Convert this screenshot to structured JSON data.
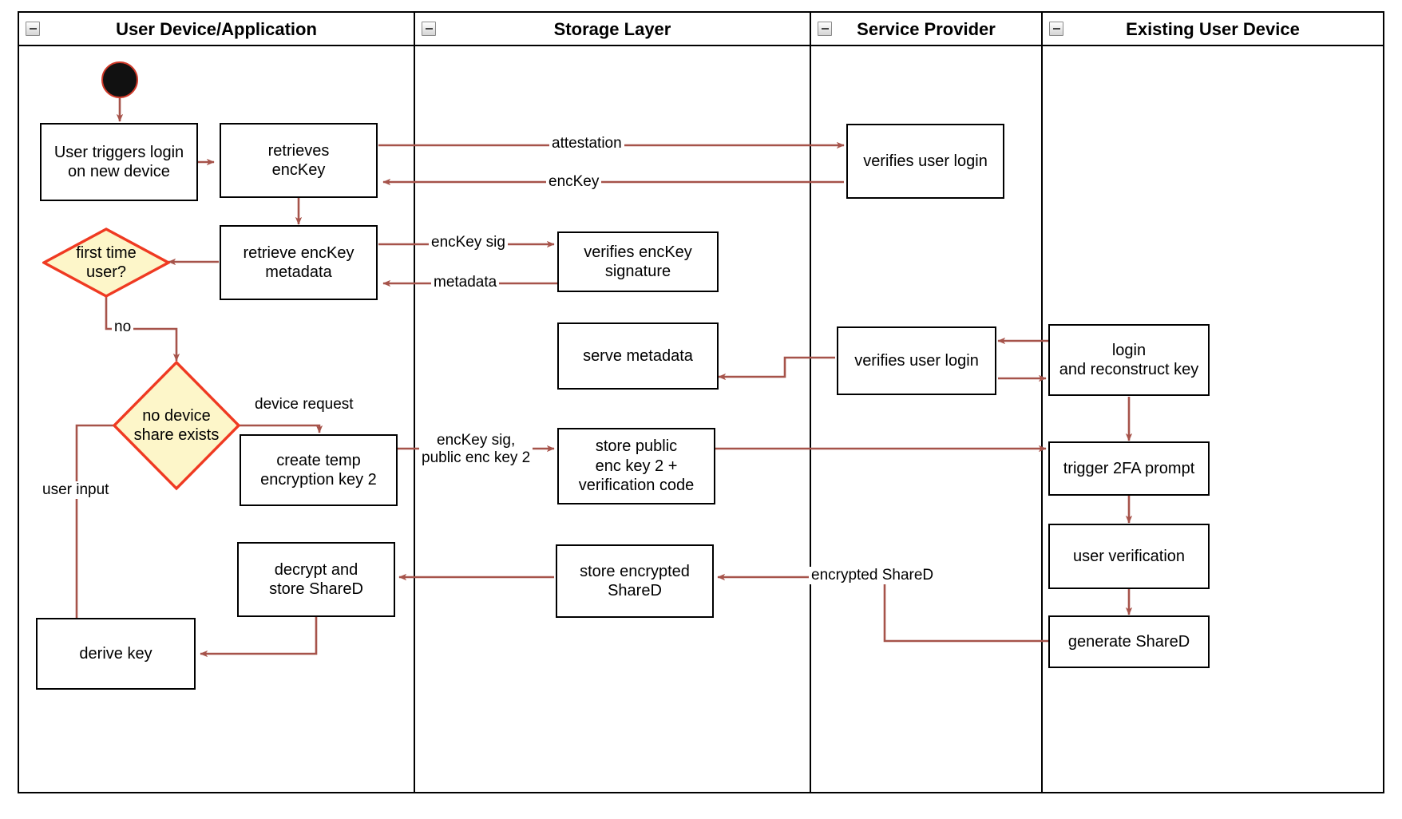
{
  "diagram": {
    "title": "Key recovery / new-device login activity diagram",
    "colors": {
      "edge": "#a6534a",
      "node_border": "#000000",
      "decision_fill": "#fdf6c9",
      "decision_border": "#ef3a22",
      "start_fill": "#111111",
      "start_border": "#cf3a2a",
      "lane_border": "#000000",
      "background": "#ffffff"
    }
  },
  "lanes": [
    {
      "id": "lane-user-device",
      "title": "User Device/Application",
      "icon": "collapse-minus-icon"
    },
    {
      "id": "lane-storage-layer",
      "title": "Storage Layer",
      "icon": "collapse-minus-icon"
    },
    {
      "id": "lane-service-provider",
      "title": "Service Provider",
      "icon": "collapse-minus-icon"
    },
    {
      "id": "lane-existing-device",
      "title": "Existing User Device",
      "icon": "collapse-minus-icon"
    }
  ],
  "nodes": [
    {
      "id": "start",
      "type": "start",
      "lane": "lane-user-device",
      "label": ""
    },
    {
      "id": "user-triggers",
      "type": "action",
      "lane": "lane-user-device",
      "label": "User triggers login\non new device"
    },
    {
      "id": "retrieves-enckey",
      "type": "action",
      "lane": "lane-user-device",
      "label": "retrieves\nencKey"
    },
    {
      "id": "retrieve-meta",
      "type": "action",
      "lane": "lane-user-device",
      "label": "retrieve encKey\nmetadata"
    },
    {
      "id": "first-time-user",
      "type": "decision",
      "lane": "lane-user-device",
      "label": "first time\nuser?"
    },
    {
      "id": "no-device-share",
      "type": "decision",
      "lane": "lane-user-device",
      "label": "no device\nshare exists"
    },
    {
      "id": "create-temp-key",
      "type": "action",
      "lane": "lane-user-device",
      "label": "create temp\nencryption key 2"
    },
    {
      "id": "decrypt-store",
      "type": "action",
      "lane": "lane-user-device",
      "label": "decrypt and\nstore ShareD"
    },
    {
      "id": "derive-key",
      "type": "action",
      "lane": "lane-user-device",
      "label": "derive key"
    },
    {
      "id": "verifies-sig",
      "type": "action",
      "lane": "lane-storage-layer",
      "label": "verifies encKey\nsignature"
    },
    {
      "id": "serve-metadata",
      "type": "action",
      "lane": "lane-storage-layer",
      "label": "serve metadata"
    },
    {
      "id": "store-public",
      "type": "action",
      "lane": "lane-storage-layer",
      "label": "store public\nenc key 2 +\nverification code"
    },
    {
      "id": "store-encrypted",
      "type": "action",
      "lane": "lane-storage-layer",
      "label": "store encrypted\nShareD"
    },
    {
      "id": "verifies-login-1",
      "type": "action",
      "lane": "lane-service-provider",
      "label": "verifies user login"
    },
    {
      "id": "verifies-login-2",
      "type": "action",
      "lane": "lane-service-provider",
      "label": "verifies user login"
    },
    {
      "id": "login-reconstruct",
      "type": "action",
      "lane": "lane-existing-device",
      "label": "login\nand reconstruct key"
    },
    {
      "id": "trigger-2fa",
      "type": "action",
      "lane": "lane-existing-device",
      "label": "trigger 2FA prompt"
    },
    {
      "id": "user-verification",
      "type": "action",
      "lane": "lane-existing-device",
      "label": "user verification"
    },
    {
      "id": "generate-shared",
      "type": "action",
      "lane": "lane-existing-device",
      "label": "generate ShareD"
    }
  ],
  "edge_labels": [
    {
      "id": "lbl-attestation",
      "text": "attestation",
      "from": "retrieves-enckey",
      "to": "verifies-login-1"
    },
    {
      "id": "lbl-enckey",
      "text": "encKey",
      "from": "verifies-login-1",
      "to": "retrieves-enckey"
    },
    {
      "id": "lbl-enckey-sig",
      "text": "encKey sig",
      "from": "retrieve-meta",
      "to": "verifies-sig"
    },
    {
      "id": "lbl-metadata",
      "text": "metadata",
      "from": "verifies-sig",
      "to": "retrieve-meta"
    },
    {
      "id": "lbl-no",
      "text": "no",
      "from": "first-time-user",
      "to": "no-device-share"
    },
    {
      "id": "lbl-device-req",
      "text": "device request",
      "from": "no-device-share",
      "to": "create-temp-key"
    },
    {
      "id": "lbl-user-input",
      "text": "user input",
      "from": "no-device-share",
      "to": "derive-key"
    },
    {
      "id": "lbl-enckey-sig-2",
      "text": "encKey sig,\npublic enc key 2",
      "from": "create-temp-key",
      "to": "store-public"
    },
    {
      "id": "lbl-encrypted",
      "text": "encrypted ShareD",
      "from": "generate-shared",
      "to": "store-encrypted"
    }
  ]
}
